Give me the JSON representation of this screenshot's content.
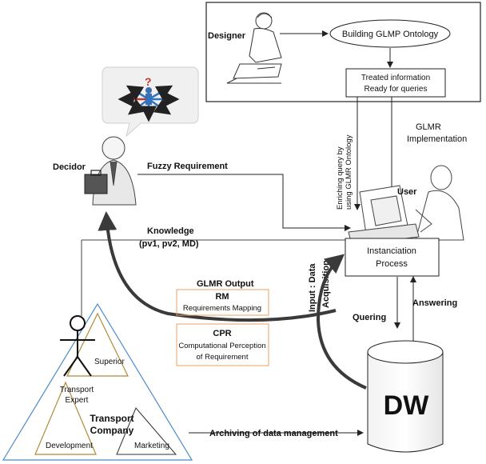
{
  "labels": {
    "designer": "Designer",
    "building_ontology": "Building GLMP Ontology",
    "treated_info_line1": "Treated information",
    "treated_info_line2": "Ready for queries",
    "enriching_line1": "Enriching query by",
    "enriching_line2": "using GLMR Ontology",
    "glmr_impl_line1": "GLMR",
    "glmr_impl_line2": "Implementation",
    "decidor": "Decidor",
    "fuzzy_requirement": "Fuzzy Requirement",
    "user": "User",
    "knowledge_line1": "Knowledge",
    "knowledge_line2": "(pv1, pv2, MD)",
    "input_line1": "Input : Data",
    "input_line2": "Acquisition",
    "instanciation_line1": "Instanciation",
    "instanciation_line2": "Process",
    "glmr_output": "GLMR Output",
    "rm_title": "RM",
    "rm_sub": "Requirements Mapping",
    "cpr_title": "CPR",
    "cpr_sub1": "Computational Perception",
    "cpr_sub2": "of Requirement",
    "answering": "Answering",
    "quering": "Quering",
    "superior": "Superior",
    "transport_expert_line1": "Transport",
    "transport_expert_line2": "Expert",
    "transport_company_line1": "Transport",
    "transport_company_line2": "Company",
    "development": "Development",
    "marketing": "Marketing",
    "dw": "DW",
    "archiving": "Archiving of data management"
  },
  "colors": {
    "orange_box": "#e8a060",
    "olive_triangle": "#b08a3a",
    "blue_triangle": "#4a8bc8",
    "arrow_dark": "#3a3a3a"
  }
}
